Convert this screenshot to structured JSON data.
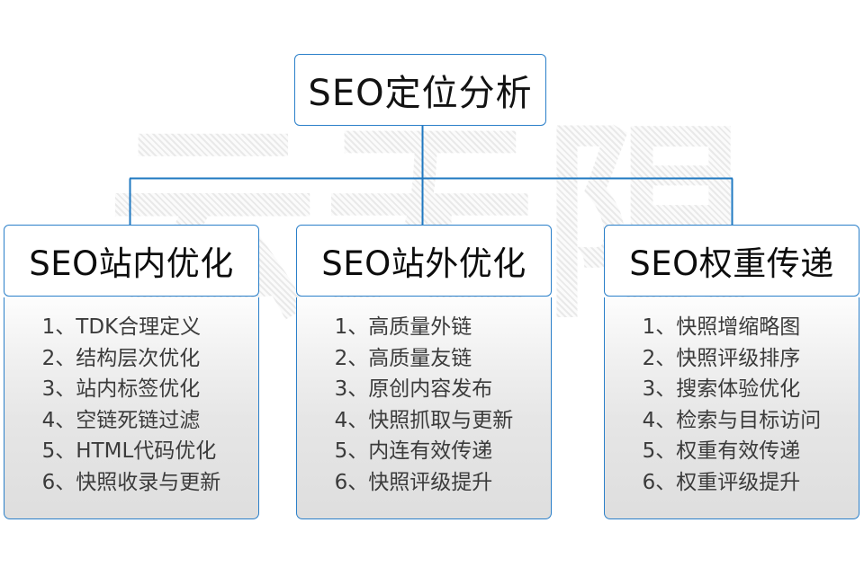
{
  "watermark": {
    "text": "云无限"
  },
  "root": {
    "title": "SEO定位分析"
  },
  "branches": [
    {
      "heading": "SEO站内优化",
      "items": [
        "1、TDK合理定义",
        "2、结构层次优化",
        "3、站内标签优化",
        "4、空链死链过滤",
        "5、HTML代码优化",
        "6、快照收录与更新"
      ]
    },
    {
      "heading": "SEO站外优化",
      "items": [
        "1、高质量外链",
        "2、高质量友链",
        "3、原创内容发布",
        "4、快照抓取与更新",
        "5、内连有效传递",
        "6、快照评级提升"
      ]
    },
    {
      "heading": "SEO权重传递",
      "items": [
        "1、快照增缩略图",
        "2、快照评级排序",
        "3、搜索体验优化",
        "4、检索与目标访问",
        "5、权重有效传递",
        "6、权重评级提升"
      ]
    }
  ],
  "colors": {
    "border_blue": "#2a7fc9",
    "connector_blue": "#1f78c1",
    "heading_text": "#0d0d0d",
    "list_text": "#3b3b3b",
    "page_background": "#ffffff",
    "watermark_gray": "#e9e9e9"
  },
  "connectors": {
    "trunk_label": "root-to-bus",
    "bus_label": "horizontal-bus",
    "drop_left_label": "bus-to-branch-1",
    "drop_center_label": "bus-to-branch-2",
    "drop_right_label": "bus-to-branch-3"
  }
}
